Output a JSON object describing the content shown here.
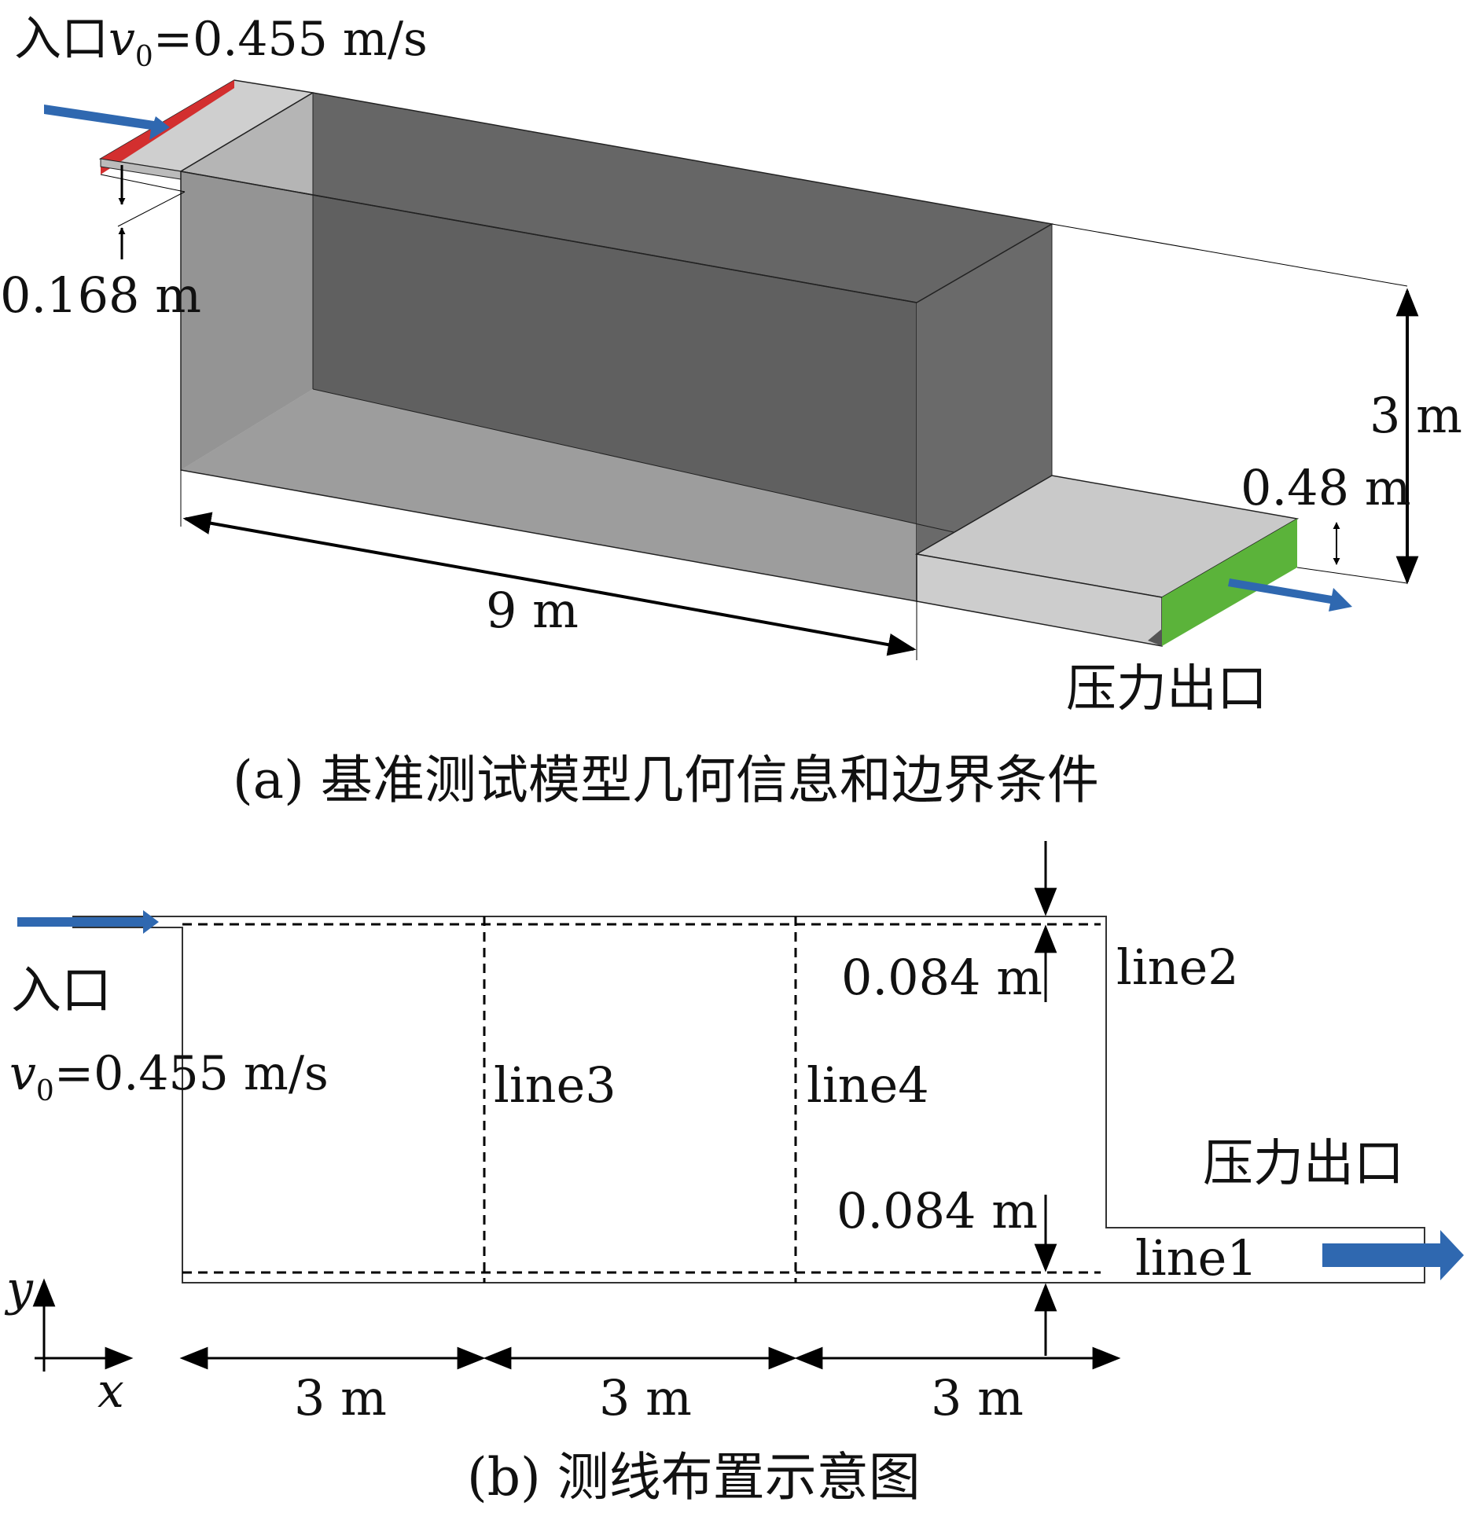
{
  "panel_a": {
    "caption": "(a) 基准测试模型几何信息和边界条件",
    "inlet_label": "入口",
    "inlet_symbol": "v",
    "inlet_subscript": "0",
    "inlet_value": "=0.455 m/s",
    "inlet_height": "0.168 m",
    "tank_height": "3 m",
    "outlet_height": "0.48 m",
    "tank_length": "9 m",
    "outlet_label": "压力出口",
    "colors": {
      "inlet": "#d32f2f",
      "outlet": "#5bb33a",
      "arrow": "#2f68b0",
      "tank_dark": "#6e6e6e",
      "tank_light": "#c2c2c2"
    }
  },
  "panel_b": {
    "caption": "(b) 测线布置示意图",
    "inlet_label": "入口",
    "inlet_symbol": "v",
    "inlet_subscript": "0",
    "inlet_value": "=0.455 m/s",
    "outlet_label": "压力出口",
    "offset_top": "0.084 m",
    "offset_bottom": "0.084 m",
    "line1": "line1",
    "line2": "line2",
    "line3": "line3",
    "line4": "line4",
    "seg1": "3 m",
    "seg2": "3 m",
    "seg3": "3 m",
    "axis_x": "x",
    "axis_y": "y"
  }
}
